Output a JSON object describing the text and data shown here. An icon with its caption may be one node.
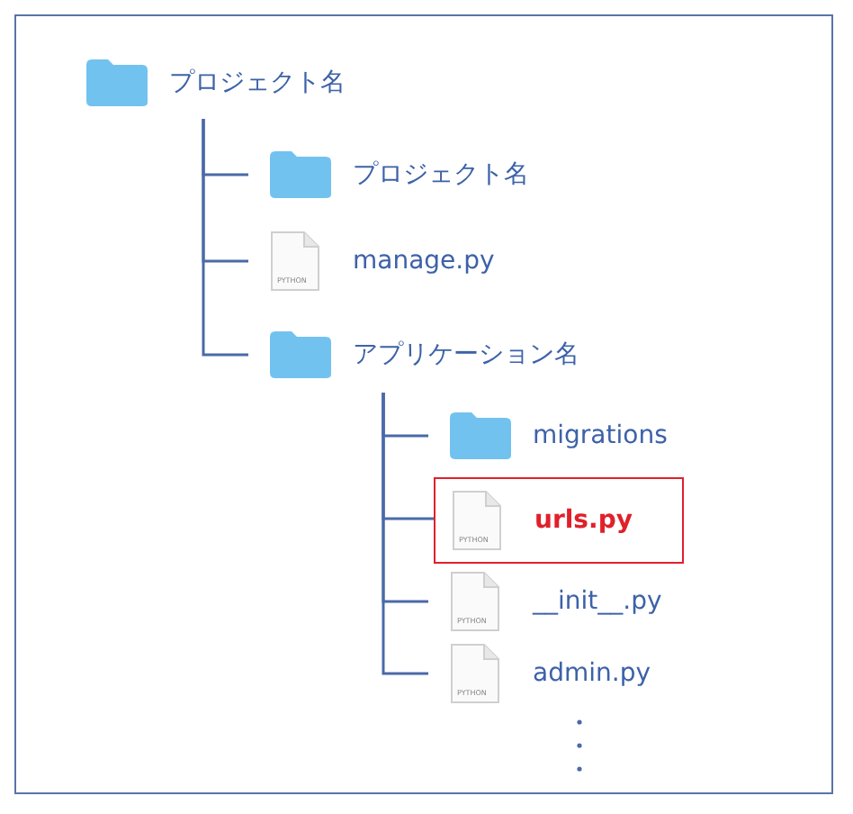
{
  "diagram": {
    "nodes": [
      {
        "text": [
          "プロジェクト名"
        ]
      },
      {
        "text": [
          "プロジェクト名"
        ]
      },
      {
        "text": [
          "PYTHON",
          "manage.py"
        ]
      },
      {
        "text": [
          "アプリケーション名"
        ]
      },
      {
        "text": [
          "migrations"
        ]
      },
      {
        "text": [],
        "shape": "box"
      },
      {
        "text": [
          "PYTHON",
          "urls.py"
        ],
        "in": 5
      },
      {
        "text": [
          "PYTHON",
          "__init__.py"
        ]
      },
      {
        "text": [
          "PYTHON",
          "admin.py"
        ]
      }
    ],
    "edges": [
      {
        "from": 0,
        "to": 1,
        "arrow": "none"
      },
      {
        "from": 0,
        "to": 2,
        "arrow": "none"
      },
      {
        "from": 0,
        "to": 3,
        "arrow": "none"
      },
      {
        "from": 3,
        "to": 4,
        "arrow": "none"
      },
      {
        "from": 3,
        "to": 6,
        "arrow": "none"
      },
      {
        "from": 3,
        "to": 7,
        "arrow": "none"
      },
      {
        "from": 3,
        "to": 8,
        "arrow": "none"
      }
    ]
  }
}
